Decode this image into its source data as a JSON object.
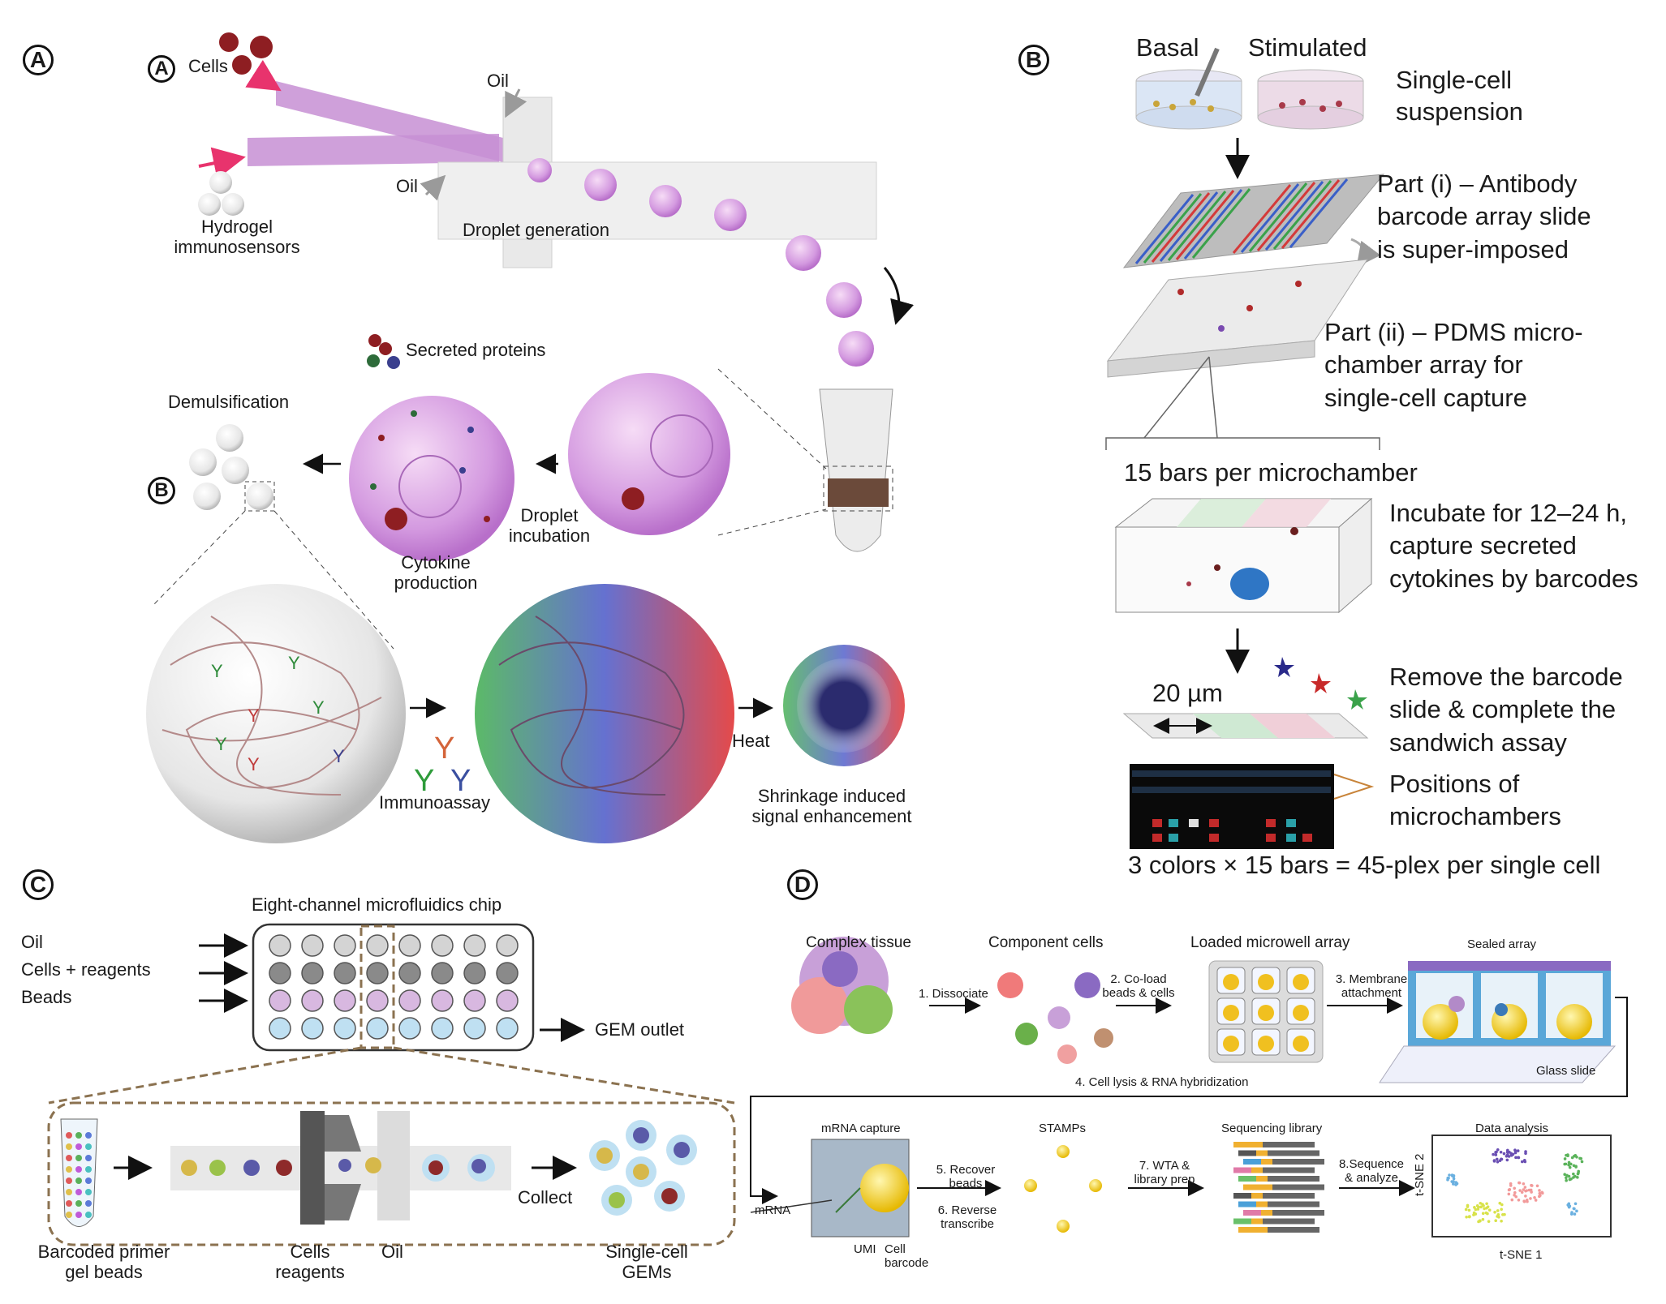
{
  "panels": {
    "A": {
      "badge": "A",
      "sub_badge_a": "A",
      "sub_badge_b": "B",
      "cells": "Cells",
      "oil_top": "Oil",
      "oil_left": "Oil",
      "hydrogel": [
        "Hydrogel",
        "immunosensors"
      ],
      "droplet_generation": "Droplet generation",
      "secreted_proteins": "Secreted proteins",
      "demulsification": "Demulsification",
      "droplet_incubation": [
        "Droplet",
        "incubation"
      ],
      "cytokine_production": [
        "Cytokine",
        "production"
      ],
      "heat": "Heat",
      "immunoassay": "Immunoassay",
      "shrinkage": [
        "Shrinkage induced",
        "signal enhancement"
      ]
    },
    "B": {
      "badge": "B",
      "basal": "Basal",
      "stimulated": "Stimulated",
      "single_cell_suspension": [
        "Single-cell",
        "suspension"
      ],
      "part_i": [
        "Part (i) – Antibody",
        "barcode array slide",
        "is super-imposed"
      ],
      "part_ii": [
        "Part (ii) – PDMS micro-",
        "chamber array for",
        "single-cell capture"
      ],
      "bars_per_chamber": "15 bars per microchamber",
      "incubate": [
        "Incubate for 12–24 h,",
        "capture secreted",
        "cytokines by barcodes"
      ],
      "scale": "20 µm",
      "remove": [
        "Remove the barcode",
        "slide & complete the",
        "sandwich assay"
      ],
      "positions": [
        "Positions of",
        "microchambers"
      ],
      "plex": "3 colors × 15 bars = 45-plex per single cell"
    },
    "C": {
      "badge": "C",
      "chip_title": "Eight-channel microfluidics chip",
      "inputs": [
        "Oil",
        "Cells + reagents",
        "Beads"
      ],
      "gem_outlet": "GEM outlet",
      "collect": "Collect",
      "barcoded": [
        "Barcoded primer",
        "gel beads"
      ],
      "cells_reagents": [
        "Cells",
        "reagents"
      ],
      "oil": "Oil",
      "single_cell_gems": [
        "Single-cell",
        "GEMs"
      ]
    },
    "D": {
      "badge": "D",
      "complex_tissue": "Complex tissue",
      "component_cells": "Component cells",
      "loaded_array": "Loaded microwell array",
      "sealed_array": "Sealed array",
      "step1": "1. Dissociate",
      "step2": [
        "2. Co-load",
        "beads & cells"
      ],
      "step3": [
        "3. Membrane",
        "attachment"
      ],
      "glass_slide": "Glass slide",
      "step4": "4. Cell lysis & RNA hybridization",
      "mrna_capture": "mRNA capture",
      "stamps": "STAMPs",
      "seq_library": "Sequencing library",
      "data_analysis": "Data analysis",
      "mrna": "mRNA",
      "umi": "UMI",
      "cell_barcode": [
        "Cell",
        "barcode"
      ],
      "step5": [
        "5. Recover",
        "beads"
      ],
      "step6": [
        "6. Reverse",
        "transcribe"
      ],
      "step7": [
        "7. WTA &",
        "library prep"
      ],
      "step8": [
        "8.Sequence",
        "& analyze"
      ],
      "tsne1": "t-SNE 1",
      "tsne2": "t-SNE 2"
    }
  },
  "colors": {
    "droplet_pink": "#d9a6e0",
    "channel_pink": "#c78fd3",
    "arrow_pink": "#e8336d",
    "barcode_red": "#d43a3a",
    "barcode_green": "#3aa24a",
    "barcode_blue": "#3a5fc8",
    "chip_border": "#333333",
    "dashed_brown": "#8b7250",
    "cluster_purple": "#6a4fb3",
    "cluster_green": "#5bb35b",
    "cluster_pink": "#f29a9a",
    "cluster_yellow": "#d8e24a",
    "cluster_blue": "#6ab0e0"
  }
}
